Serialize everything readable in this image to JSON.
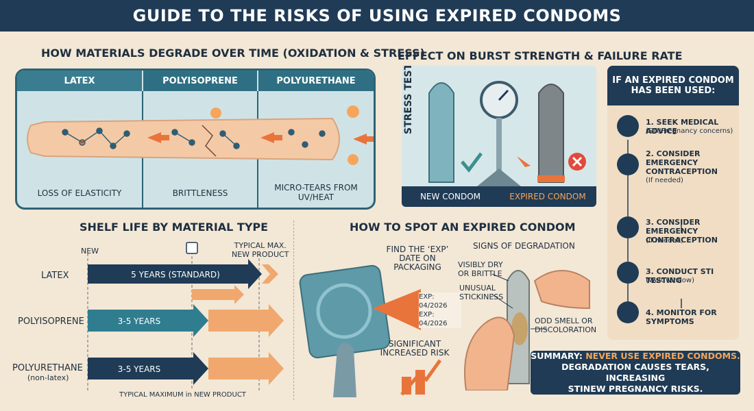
{
  "header": {
    "title": "GUIDE TO THE RISKS OF USING EXPIRED CONDOMS"
  },
  "degradation": {
    "title": "HOW MATERIALS DEGRADE OVER TIME (OXIDATION & STRESS)",
    "columns": [
      "LATEX",
      "POLYISOPRENE",
      "POLYURETHANE"
    ],
    "captions": [
      "LOSS OF ELASTICITY",
      "BRITTLENESS",
      "MICRO-TEARS FROM UV/HEAT"
    ]
  },
  "stress": {
    "title": "EFFECT ON BURST STRENGTH & FAILURE RATE",
    "test_label": "STRESS TEST",
    "new_label": "NEW CONDOM",
    "expired_label": "EXPIRED CONDOM"
  },
  "used": {
    "title_line1": "IF AN EXPIRED CONDOM",
    "title_line2": "HAS BEEN USED:",
    "steps": [
      {
        "title": "1. SEEK MEDICAL ADVICE",
        "sub": "(STI/Pregnancy concerns)"
      },
      {
        "title": "2. CONSIDER EMERGENCY CONTRACEPTION",
        "sub": "(If needed)"
      },
      {
        "title": "3. CONSIDER EMERGENCY CONTRACEPTION",
        "sub": "(If needed)"
      },
      {
        "title": "3. CONDUCT STI TESTING",
        "sub": "(Wait window)"
      },
      {
        "title": "4. MONITOR FOR SYMPTOMS",
        "sub": ""
      }
    ]
  },
  "shelf": {
    "title": "SHELF LIFE BY MATERIAL TYPE",
    "new_label": "NEW",
    "max_label_line1": "TYPICAL MAX.",
    "max_label_line2": "NEW PRODUCT",
    "rows": [
      {
        "name": "LATEX",
        "sub": "",
        "bar": "5 YEARS (STANDARD)"
      },
      {
        "name": "POLYISOPRENE",
        "sub": "",
        "bar": "3-5 YEARS"
      },
      {
        "name": "POLYURETHANE",
        "sub": "(non-latex)",
        "bar": "3-5 YEARS"
      }
    ],
    "footer": "TYPICAL MAXIMUM in NEW PRODUCT"
  },
  "spot": {
    "title": "HOW TO SPOT AN EXPIRED CONDOM",
    "find_line1": "FIND THE ‘EXP’",
    "find_line2": "DATE ON",
    "find_line3": "PACKAGING",
    "exp1": "EXP: 04/2026",
    "exp2": "EXP: 04/2026",
    "risk_line1": "SIGNIFICANT",
    "risk_line2": "INCREASED RISK",
    "signs_title": "SIGNS OF DEGRADATION",
    "sign1_line1": "VISIBLY DRY",
    "sign1_line2": "OR BRITTLE",
    "sign2_line1": "UNUSUAL",
    "sign2_line2": "STICKINESS",
    "sign3_line1": "ODD SMELL OR",
    "sign3_line2": "DISCOLORATION"
  },
  "summary": {
    "lead": "SUMMARY:",
    "highlight": "NEVER USE EXPIRED CONDOMS.",
    "line2": "DEGRADATION CAUSES TEARS, INCREASING",
    "line3": "STINEW PREGNANCY RISKS."
  },
  "colors": {
    "navy": "#1f3b55",
    "teal": "#2f6f83",
    "orange": "#e8743b",
    "beige": "#f3e7d6"
  }
}
